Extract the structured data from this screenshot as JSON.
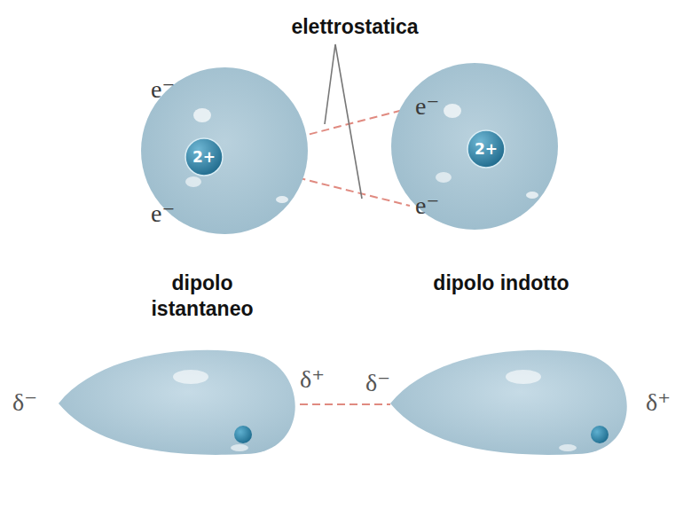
{
  "diagram": {
    "nodes": [
      {
        "text": [
          "e⁻",
          "e⁻"
        ]
      },
      {
        "text": [
          "2+"
        ],
        "in": 0
      },
      {
        "text": [
          "e⁻",
          "e⁻"
        ]
      },
      {
        "text": [
          "2+"
        ],
        "in": 2
      }
    ],
    "labels": [
      "elettrostatica",
      "dipolo istantaneo",
      "dipolo indotto",
      "δ⁻",
      "δ⁺",
      "δ⁻",
      "δ⁺"
    ]
  }
}
